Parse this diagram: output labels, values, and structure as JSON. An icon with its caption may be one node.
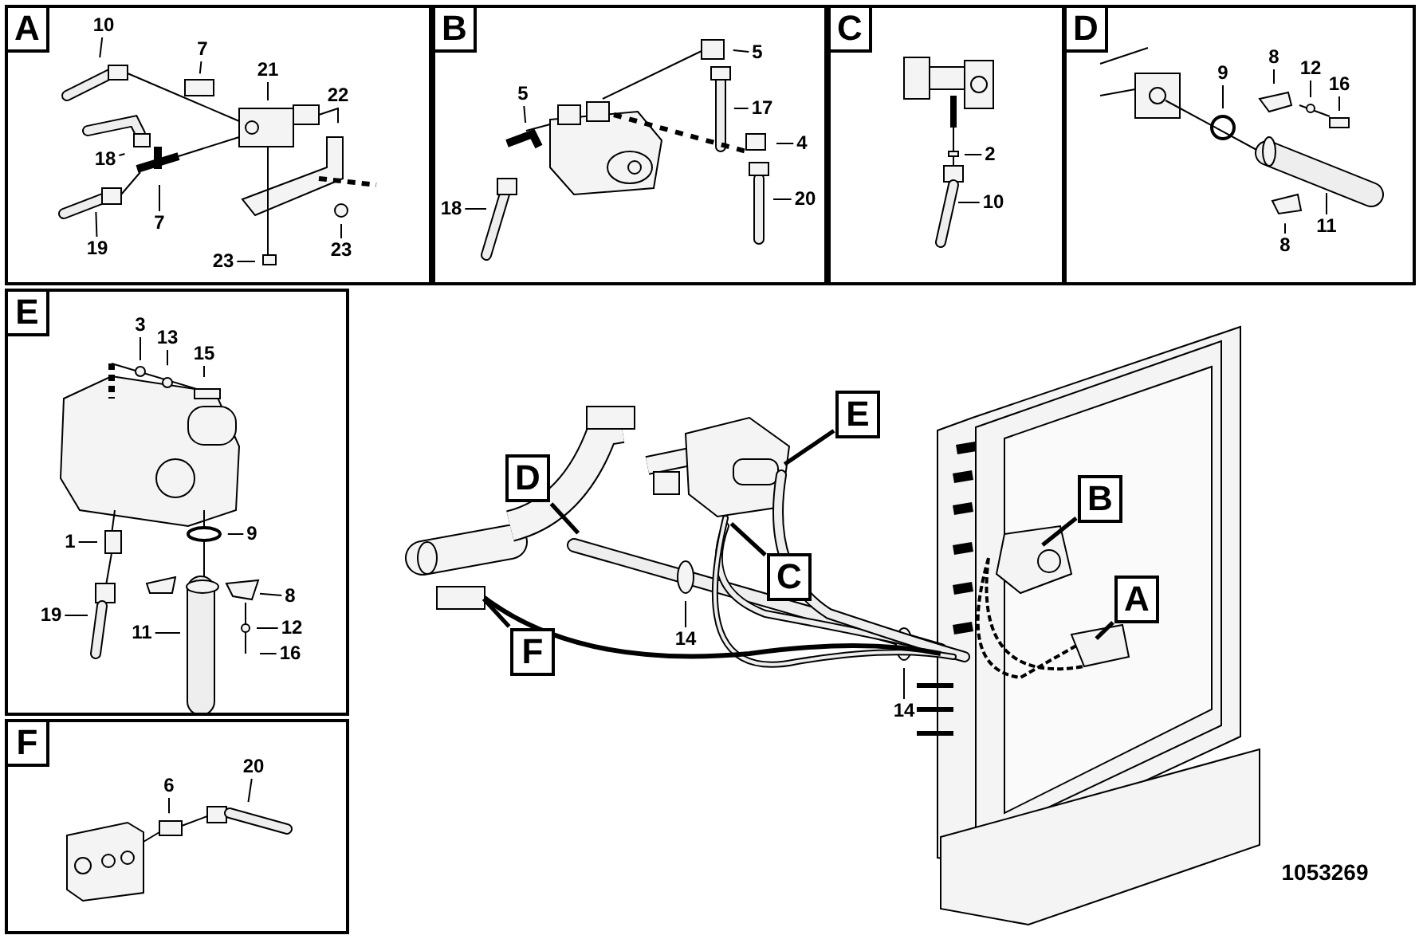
{
  "diagram": {
    "nodes": [
      {
        "text": [],
        "shape": "box"
      },
      {
        "text": [
          "A"
        ],
        "in": 0
      },
      {
        "text": [],
        "shape": "picture",
        "in": 0
      },
      {
        "text": [
          "10"
        ],
        "in": 0
      },
      {
        "text": [
          "7"
        ],
        "in": 0
      },
      {
        "text": [
          "21"
        ],
        "in": 0
      },
      {
        "text": [
          "22"
        ],
        "in": 2
      },
      {
        "text": [
          "18"
        ],
        "in": 2
      },
      {
        "text": [
          "7"
        ],
        "in": 2
      },
      {
        "text": [
          "19"
        ],
        "in": 2
      },
      {
        "text": [
          "23"
        ],
        "in": 0
      },
      {
        "text": [
          "23"
        ],
        "in": 2
      },
      {
        "text": [],
        "shape": "box"
      },
      {
        "text": [
          "B"
        ],
        "in": 12
      },
      {
        "text": [],
        "shape": "picture",
        "in": 12
      },
      {
        "text": [
          "5"
        ],
        "in": 14
      },
      {
        "text": [
          "5"
        ],
        "in": 14
      },
      {
        "text": [
          "17"
        ],
        "in": 12
      },
      {
        "text": [
          "4"
        ],
        "in": 12
      },
      {
        "text": [
          "18"
        ],
        "in": 12
      },
      {
        "text": [
          "20"
        ],
        "in": 12
      },
      {
        "text": [],
        "shape": "box"
      },
      {
        "text": [
          "C"
        ],
        "in": 21
      },
      {
        "text": [],
        "shape": "picture",
        "in": 21
      },
      {
        "text": [
          "2"
        ],
        "in": 23
      },
      {
        "text": [
          "10"
        ],
        "in": 21
      },
      {
        "text": [],
        "shape": "box"
      },
      {
        "text": [
          "D"
        ],
        "in": 26
      },
      {
        "text": [],
        "shape": "picture",
        "in": 26
      },
      {
        "text": [
          "9"
        ],
        "in": 28
      },
      {
        "text": [
          "8"
        ],
        "in": 28
      },
      {
        "text": [
          "12"
        ],
        "in": 28
      },
      {
        "text": [
          "16"
        ],
        "in": 28
      },
      {
        "text": [
          "8"
        ],
        "in": 26
      },
      {
        "text": [
          "11"
        ],
        "in": 26
      },
      {
        "text": [],
        "shape": "box"
      },
      {
        "text": [
          "E"
        ],
        "in": 35
      },
      {
        "text": [],
        "shape": "picture",
        "in": 35
      },
      {
        "text": [
          "3"
        ],
        "in": 35
      },
      {
        "text": [
          "13"
        ],
        "in": 35
      },
      {
        "text": [
          "15"
        ],
        "in": 35
      },
      {
        "text": [
          "1"
        ],
        "in": 37
      },
      {
        "text": [
          "9"
        ],
        "in": 37
      },
      {
        "text": [
          "8"
        ],
        "in": 35
      },
      {
        "text": [
          "12"
        ],
        "in": 35
      },
      {
        "text": [
          "16"
        ],
        "in": 35
      },
      {
        "text": [
          "19"
        ],
        "in": 35
      },
      {
        "text": [
          "11"
        ],
        "in": 37
      },
      {
        "text": [],
        "shape": "box"
      },
      {
        "text": [
          "F"
        ],
        "in": 48
      },
      {
        "text": [],
        "shape": "picture",
        "in": 48
      },
      {
        "text": [
          "6"
        ],
        "in": 48
      },
      {
        "text": [
          "20"
        ],
        "in": 48
      },
      {
        "text": [],
        "shape": "picture"
      },
      {
        "text": [
          "E"
        ],
        "in": 53
      },
      {
        "text": [
          "D"
        ],
        "in": 53
      },
      {
        "text": [
          "B"
        ],
        "in": 53
      },
      {
        "text": [
          "C"
        ],
        "in": 53
      },
      {
        "text": [
          "A"
        ],
        "in": 53
      },
      {
        "text": [
          "14"
        ],
        "in": 53
      },
      {
        "text": [
          "F"
        ],
        "in": 53
      },
      {
        "text": [
          "14"
        ],
        "in": 53
      }
    ],
    "edges": [
      {
        "from": 3,
        "to": 2,
        "arrow": "none"
      },
      {
        "from": 4,
        "to": 2,
        "arrow": "none"
      },
      {
        "from": 5,
        "to": 2,
        "arrow": "none"
      },
      {
        "from": 6,
        "to": 2,
        "arrow": "none"
      },
      {
        "from": 7,
        "to": 2,
        "arrow": "none"
      },
      {
        "from": 8,
        "to": 2,
        "arrow": "none"
      },
      {
        "from": 9,
        "to": 2,
        "arrow": "none"
      },
      {
        "from": 10,
        "to": 2,
        "arrow": "none"
      },
      {
        "from": 11,
        "to": 2,
        "arrow": "none"
      },
      {
        "from": 15,
        "to": 14,
        "arrow": "none"
      },
      {
        "from": 16,
        "to": 14,
        "arrow": "none"
      },
      {
        "from": 17,
        "to": 14,
        "arrow": "none"
      },
      {
        "from": 18,
        "to": 14,
        "arrow": "none"
      },
      {
        "from": 19,
        "to": 14,
        "arrow": "none"
      },
      {
        "from": 20,
        "to": 14,
        "arrow": "none"
      },
      {
        "from": 24,
        "to": 23,
        "arrow": "none"
      },
      {
        "from": 25,
        "to": 23,
        "arrow": "none"
      },
      {
        "from": 29,
        "to": 28,
        "arrow": "none"
      },
      {
        "from": 30,
        "to": 28,
        "arrow": "none"
      },
      {
        "from": 31,
        "to": 28,
        "arrow": "none"
      },
      {
        "from": 32,
        "to": 28,
        "arrow": "none"
      },
      {
        "from": 33,
        "to": 28,
        "arrow": "none"
      },
      {
        "from": 34,
        "to": 28,
        "arrow": "none"
      },
      {
        "from": 38,
        "to": 37,
        "arrow": "none"
      },
      {
        "from": 39,
        "to": 37,
        "arrow": "none"
      },
      {
        "from": 40,
        "to": 37,
        "arrow": "none"
      },
      {
        "from": 41,
        "to": 37,
        "arrow": "none"
      },
      {
        "from": 42,
        "to": 37,
        "arrow": "none"
      },
      {
        "from": 43,
        "to": 37,
        "arrow": "none"
      },
      {
        "from": 44,
        "to": 37,
        "arrow": "none"
      },
      {
        "from": 45,
        "to": 37,
        "arrow": "none"
      },
      {
        "from": 46,
        "to": 37,
        "arrow": "none"
      },
      {
        "from": 47,
        "to": 37,
        "arrow": "none"
      },
      {
        "from": 51,
        "to": 50,
        "arrow": "none"
      },
      {
        "from": 52,
        "to": 50,
        "arrow": "none"
      },
      {
        "from": 54,
        "to": 53,
        "arrow": "none",
        "style": "thick"
      },
      {
        "from": 55,
        "to": 53,
        "arrow": "none",
        "style": "thick"
      },
      {
        "from": 56,
        "to": 53,
        "arrow": "none",
        "style": "thick"
      },
      {
        "from": 57,
        "to": 53,
        "arrow": "none",
        "style": "thick"
      },
      {
        "from": 58,
        "to": 53,
        "arrow": "none",
        "style": "thick"
      },
      {
        "from": 59,
        "to": 53,
        "arrow": "none"
      },
      {
        "from": 60,
        "to": 53,
        "arrow": "none",
        "style": "thick"
      },
      {
        "from": 61,
        "to": 53,
        "arrow": "none"
      }
    ],
    "labels": [
      "1053269"
    ]
  }
}
